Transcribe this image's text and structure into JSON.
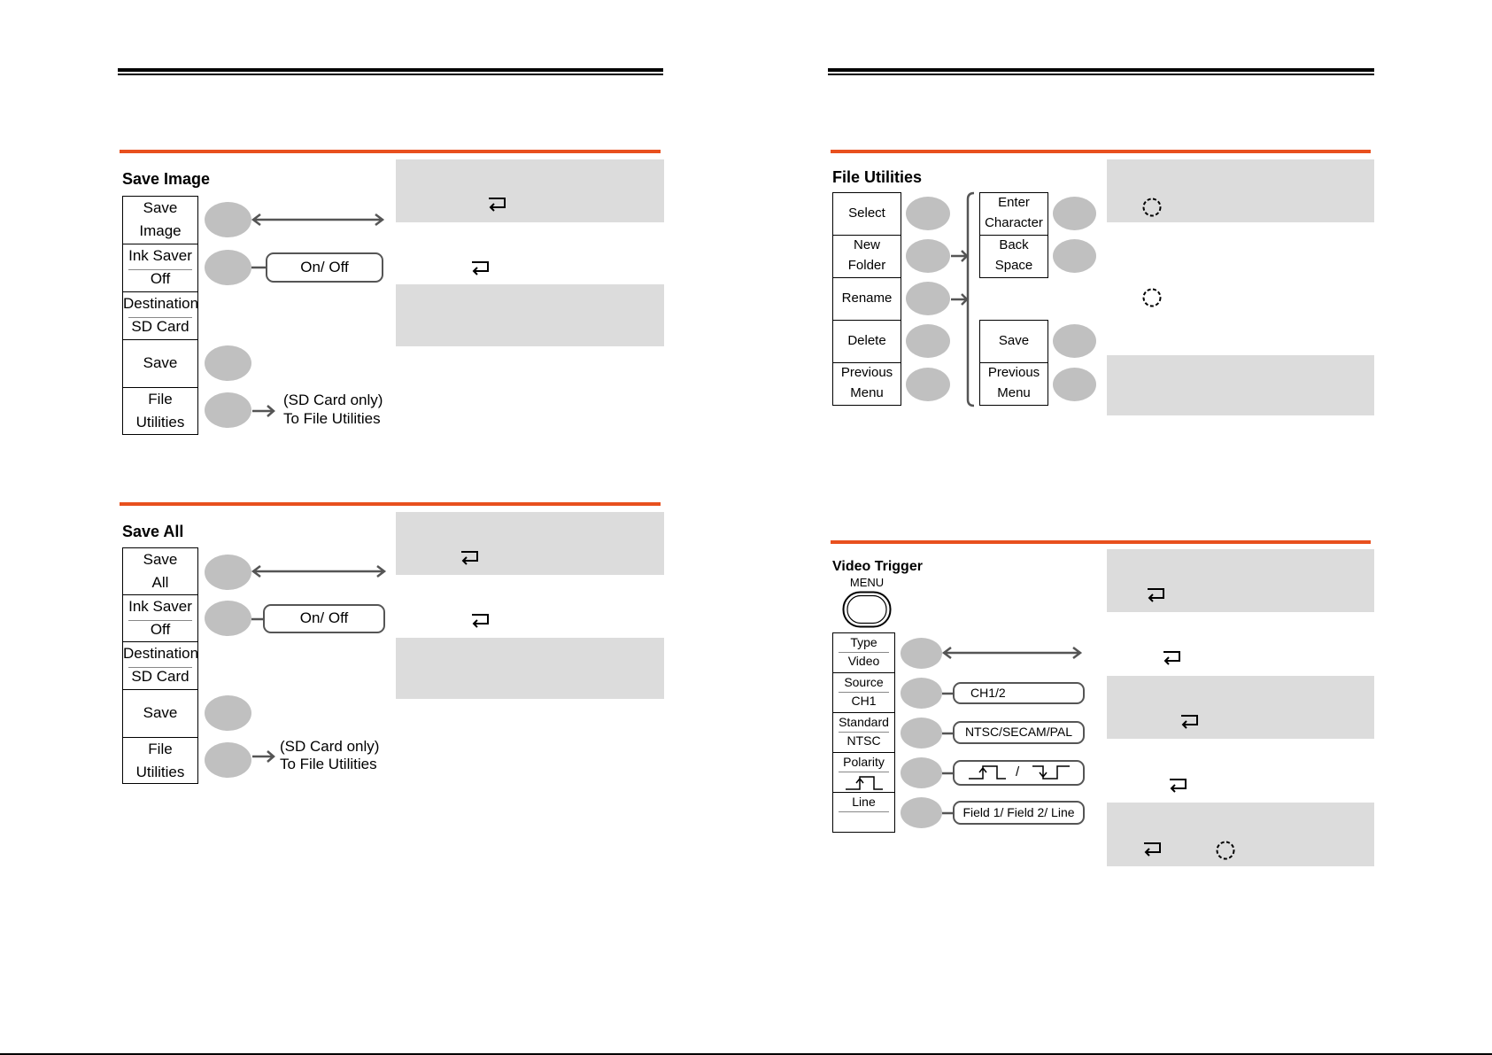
{
  "save_image": {
    "title": "Save Image",
    "buttons": [
      {
        "line1": "Save",
        "line2": "Image"
      },
      {
        "line1": "Ink Saver",
        "line2": "Off"
      },
      {
        "line1": "Destination",
        "line2": "SD Card"
      },
      {
        "line1": "Save",
        "line2": ""
      },
      {
        "line1": "File",
        "line2": "Utilities"
      }
    ],
    "ink_option": "On/ Off",
    "fu_note_line1": "(SD Card only)",
    "fu_note_line2": "To File Utilities"
  },
  "save_all": {
    "title": "Save All",
    "buttons": [
      {
        "line1": "Save",
        "line2": "All"
      },
      {
        "line1": "Ink Saver",
        "line2": "Off"
      },
      {
        "line1": "Destination",
        "line2": "SD Card"
      },
      {
        "line1": "Save",
        "line2": ""
      },
      {
        "line1": "File",
        "line2": "Utilities"
      }
    ],
    "ink_option": "On/ Off",
    "fu_note_line1": "(SD Card only)",
    "fu_note_line2": "To File Utilities"
  },
  "file_utilities": {
    "title": "File Utilities",
    "left_buttons": [
      {
        "line1": "Select",
        "line2": ""
      },
      {
        "line1": "New",
        "line2": "Folder"
      },
      {
        "line1": "Rename",
        "line2": ""
      },
      {
        "line1": "Delete",
        "line2": ""
      },
      {
        "line1": "Previous",
        "line2": "Menu"
      }
    ],
    "right_buttons_top": [
      {
        "line1": "Enter",
        "line2": "Character"
      },
      {
        "line1": "Back",
        "line2": "Space"
      }
    ],
    "right_buttons_bottom": [
      {
        "line1": "Save",
        "line2": ""
      },
      {
        "line1": "Previous",
        "line2": "Menu"
      }
    ]
  },
  "video_trigger": {
    "title": "Video Trigger",
    "menu_label": "MENU",
    "buttons": [
      {
        "line1": "Type",
        "line2": "Video"
      },
      {
        "line1": "Source",
        "line2": "CH1"
      },
      {
        "line1": "Standard",
        "line2": "NTSC"
      },
      {
        "line1": "Polarity",
        "line2": ""
      },
      {
        "line1": "Line",
        "line2": ""
      }
    ],
    "options": [
      "CH1/2",
      "NTSC/SECAM/PAL",
      "/",
      "Field 1/ Field 2/ Line"
    ]
  },
  "icons": [
    "enter-icon",
    "knob-icon",
    "rising-edge-icon",
    "falling-edge-icon"
  ],
  "colors": {
    "accent": "#e8501e",
    "panel": "#dcdcdc",
    "key": "#c0c0c0"
  }
}
